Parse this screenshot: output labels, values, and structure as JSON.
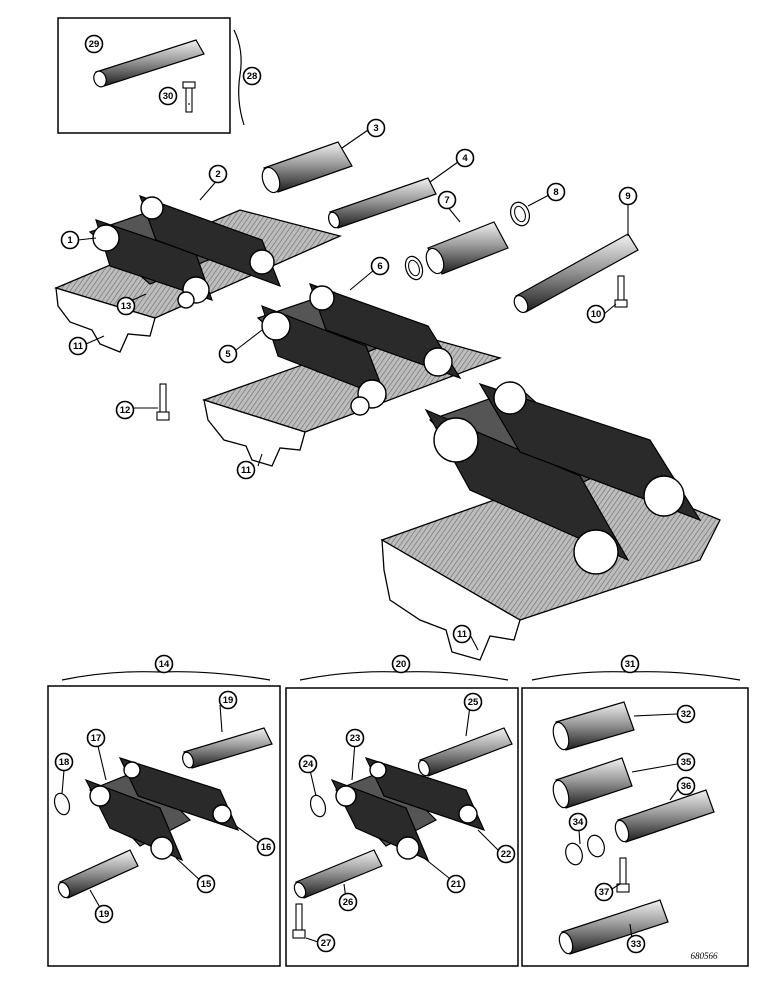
{
  "callouts": [
    {
      "id": "c1",
      "label": "1"
    },
    {
      "id": "c2",
      "label": "2"
    },
    {
      "id": "c3",
      "label": "3"
    },
    {
      "id": "c4",
      "label": "4"
    },
    {
      "id": "c5",
      "label": "5"
    },
    {
      "id": "c6",
      "label": "6"
    },
    {
      "id": "c7",
      "label": "7"
    },
    {
      "id": "c8",
      "label": "8"
    },
    {
      "id": "c9",
      "label": "9"
    },
    {
      "id": "c10",
      "label": "10"
    },
    {
      "id": "c11a",
      "label": "11"
    },
    {
      "id": "c11b",
      "label": "11"
    },
    {
      "id": "c11c",
      "label": "11"
    },
    {
      "id": "c12",
      "label": "12"
    },
    {
      "id": "c13",
      "label": "13"
    },
    {
      "id": "c14",
      "label": "14"
    },
    {
      "id": "c15",
      "label": "15"
    },
    {
      "id": "c16",
      "label": "16"
    },
    {
      "id": "c17",
      "label": "17"
    },
    {
      "id": "c18",
      "label": "18"
    },
    {
      "id": "c19a",
      "label": "19"
    },
    {
      "id": "c19b",
      "label": "19"
    },
    {
      "id": "c20",
      "label": "20"
    },
    {
      "id": "c21",
      "label": "21"
    },
    {
      "id": "c22",
      "label": "22"
    },
    {
      "id": "c23",
      "label": "23"
    },
    {
      "id": "c24",
      "label": "24"
    },
    {
      "id": "c25",
      "label": "25"
    },
    {
      "id": "c26",
      "label": "26"
    },
    {
      "id": "c27",
      "label": "27"
    },
    {
      "id": "c28",
      "label": "28"
    },
    {
      "id": "c29",
      "label": "29"
    },
    {
      "id": "c30",
      "label": "30"
    },
    {
      "id": "c31",
      "label": "31"
    },
    {
      "id": "c32",
      "label": "32"
    },
    {
      "id": "c33",
      "label": "33"
    },
    {
      "id": "c34",
      "label": "34"
    },
    {
      "id": "c35",
      "label": "35"
    },
    {
      "id": "c36",
      "label": "36"
    },
    {
      "id": "c37",
      "label": "37"
    }
  ],
  "drawing_code": "680566"
}
